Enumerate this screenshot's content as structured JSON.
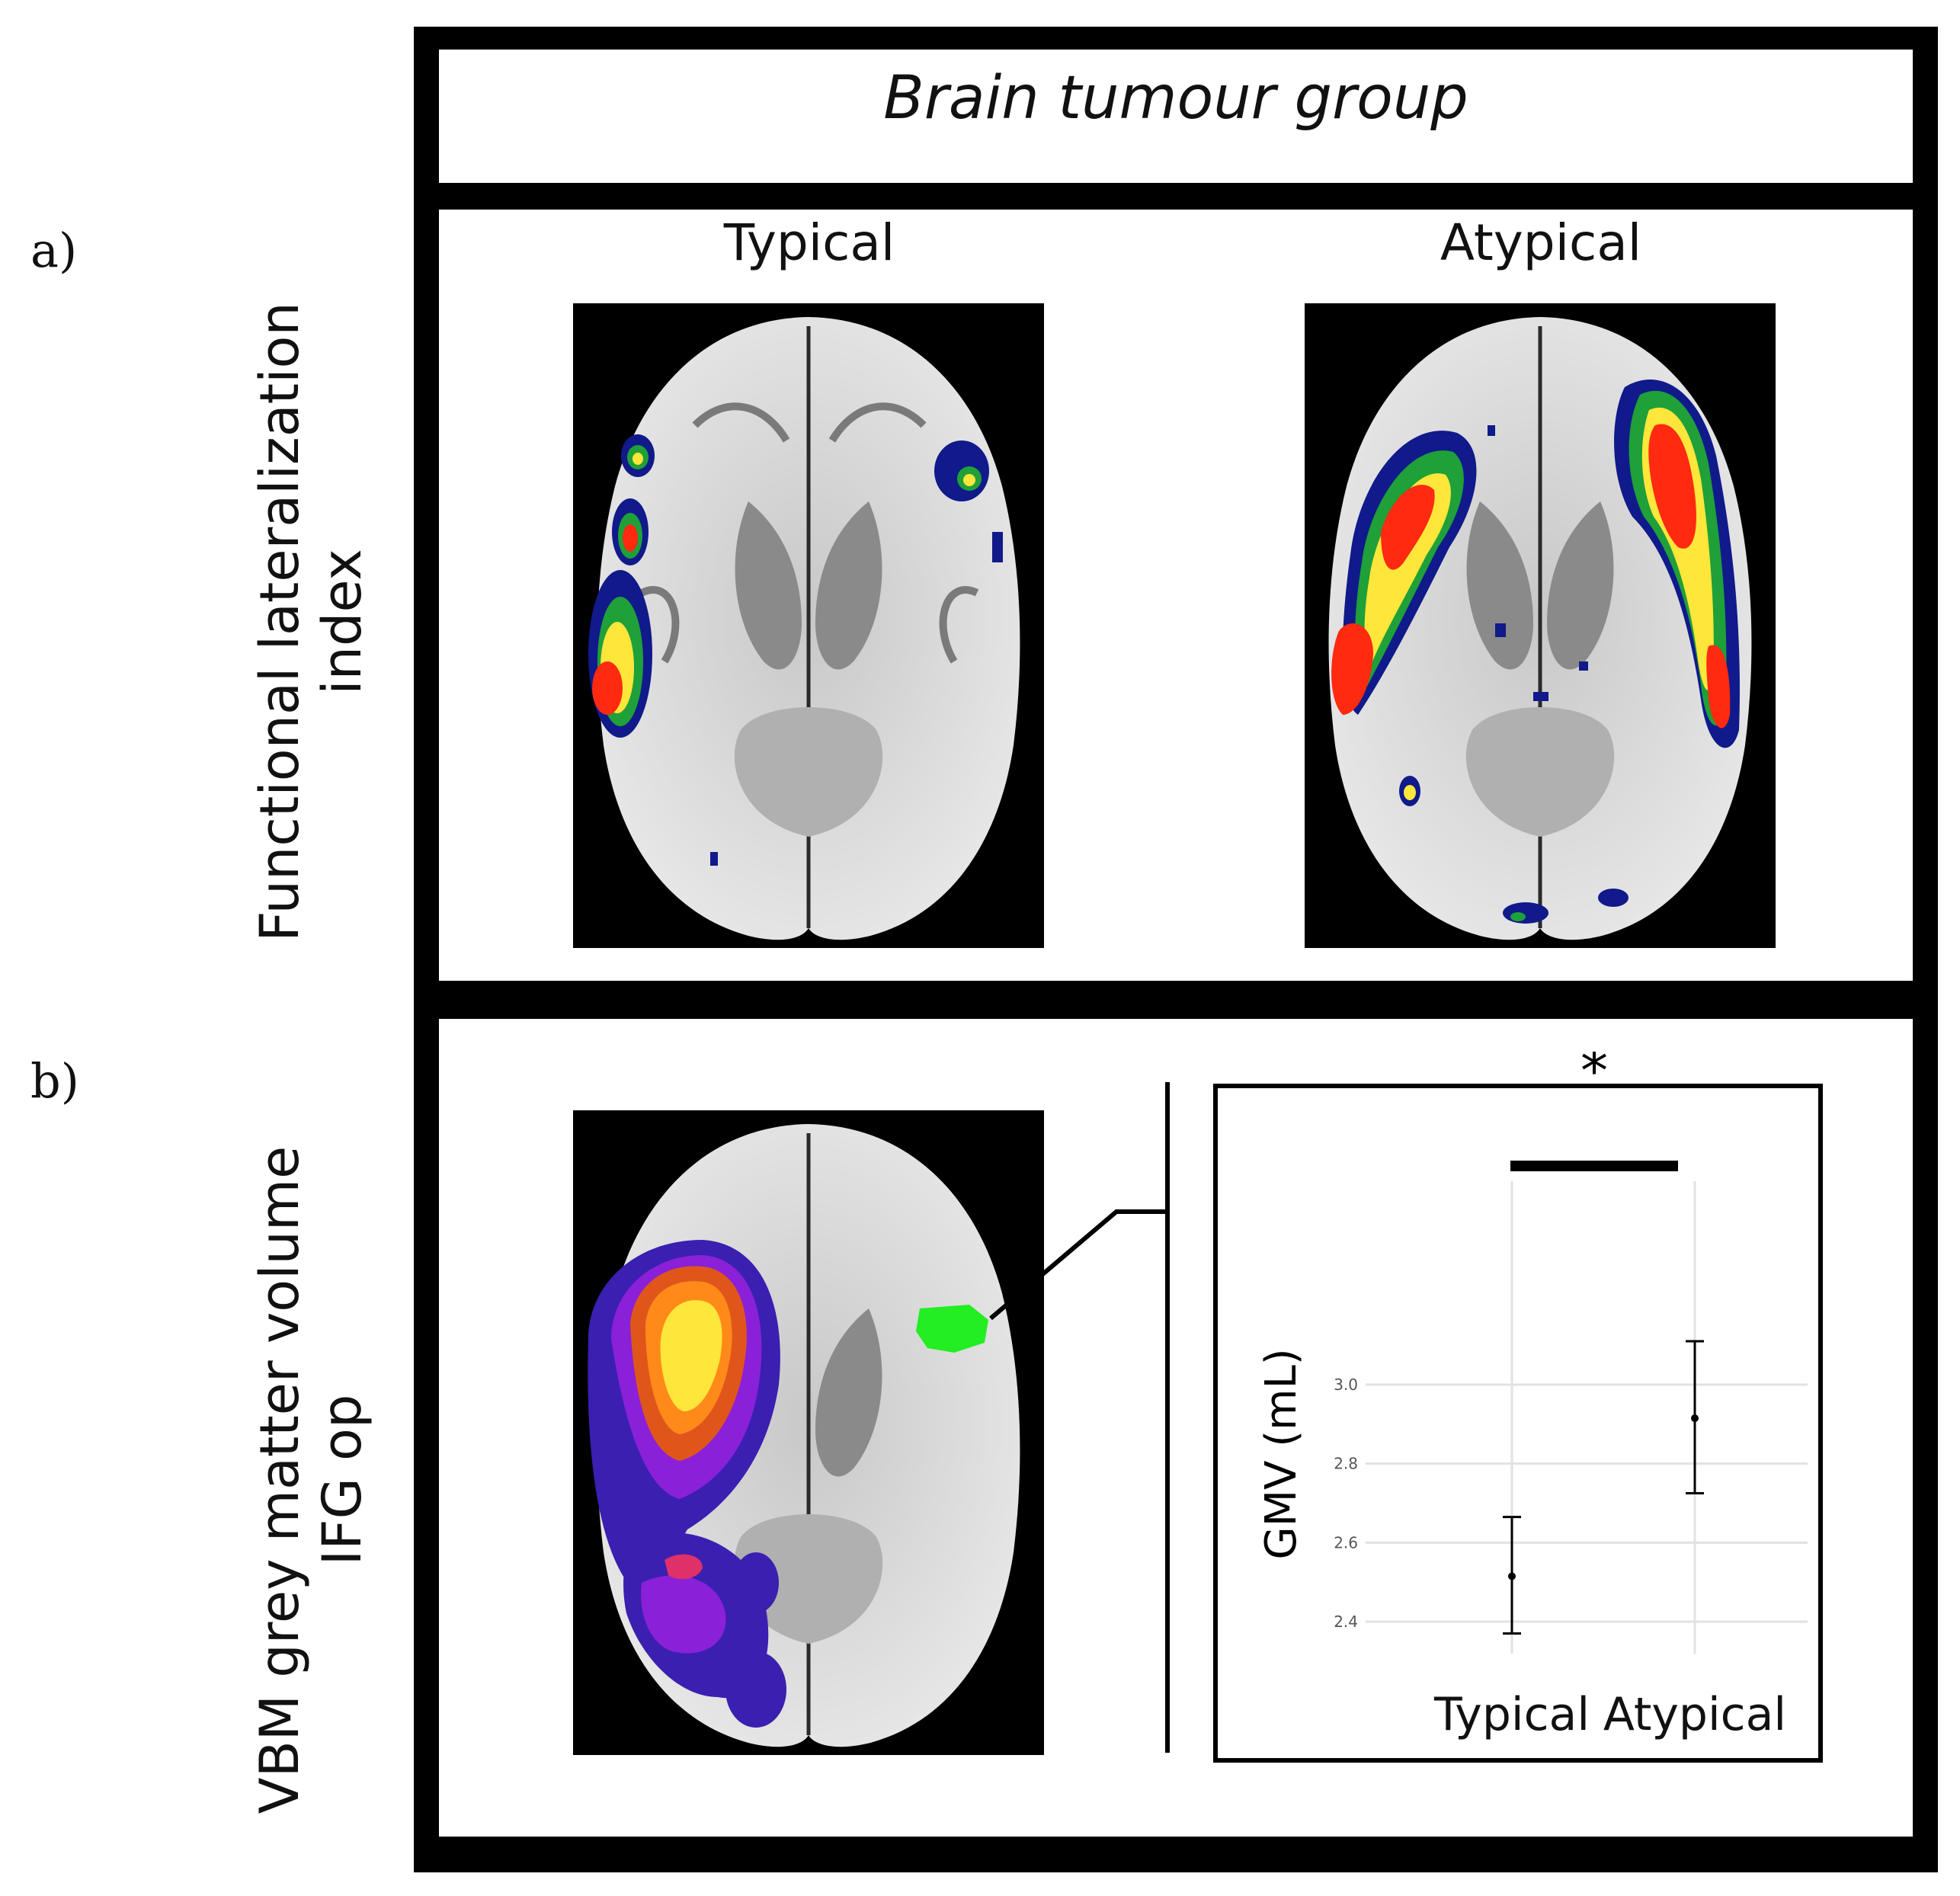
{
  "header": {
    "title": "Brain tumour group"
  },
  "panels": {
    "a": {
      "label": "a)",
      "row_title_line1": "Functional lateralization",
      "row_title_line2": "index",
      "left_head": "Typical",
      "right_head": "Atypical"
    },
    "b": {
      "label": "b)",
      "row_title_line1": "VBM grey matter volume",
      "row_title_line2": "IFG op"
    }
  },
  "colors": {
    "activation_low": "#101a8a",
    "activation_mid": "#1fa038",
    "activation_high": "#ff2a10",
    "lesion_purple": "#3a1fb0",
    "lesion_violet": "#8a20d8",
    "lesion_orange": "#ff8a1a",
    "lesion_yellow": "#ffe63a",
    "roi_green": "#22ee22"
  },
  "chart_data": {
    "type": "scatter",
    "categories": [
      "Typical",
      "Atypical"
    ],
    "series": [
      {
        "values": [
          2.515,
          2.915
        ],
        "err_low": [
          2.37,
          2.725
        ],
        "err_high": [
          2.665,
          3.11
        ]
      }
    ],
    "ylabel": "GMV (mL)",
    "yticks": [
      "2.4",
      "2.6",
      "2.8",
      "3.0"
    ],
    "ylim": [
      2.35,
      3.15
    ],
    "grid": true,
    "significance": "*"
  }
}
